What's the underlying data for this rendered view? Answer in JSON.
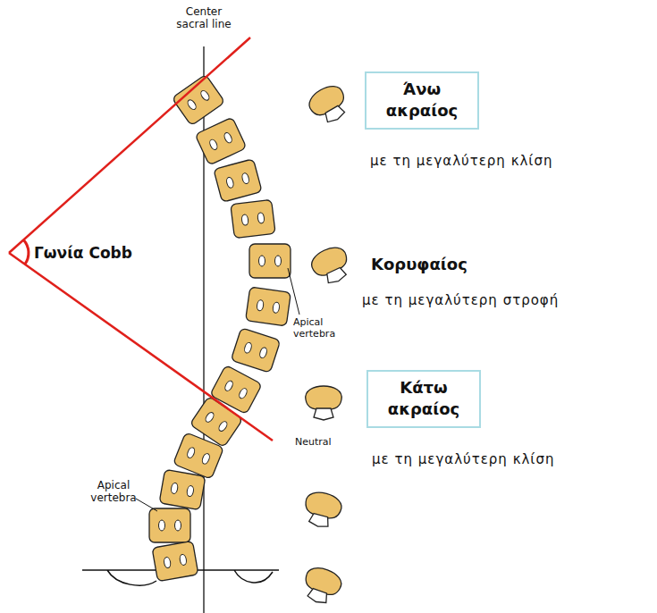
{
  "diagram": {
    "nodes": [
      {
        "text": [
          "Άνω ακραίος",
          "με τη μεγαλύτερη κλίση"
        ]
      },
      {
        "text": [
          "Κάτω ακραίος",
          "με τη μεγαλύτερη κλίση"
        ]
      }
    ],
    "labels": [
      "Center sacral line",
      "Γωνία Cobb",
      "Κορυφαίος",
      "με τη μεγαλύτερη στροφή",
      "Apical vertebra",
      "Neutral",
      "Apical vertebra"
    ]
  }
}
